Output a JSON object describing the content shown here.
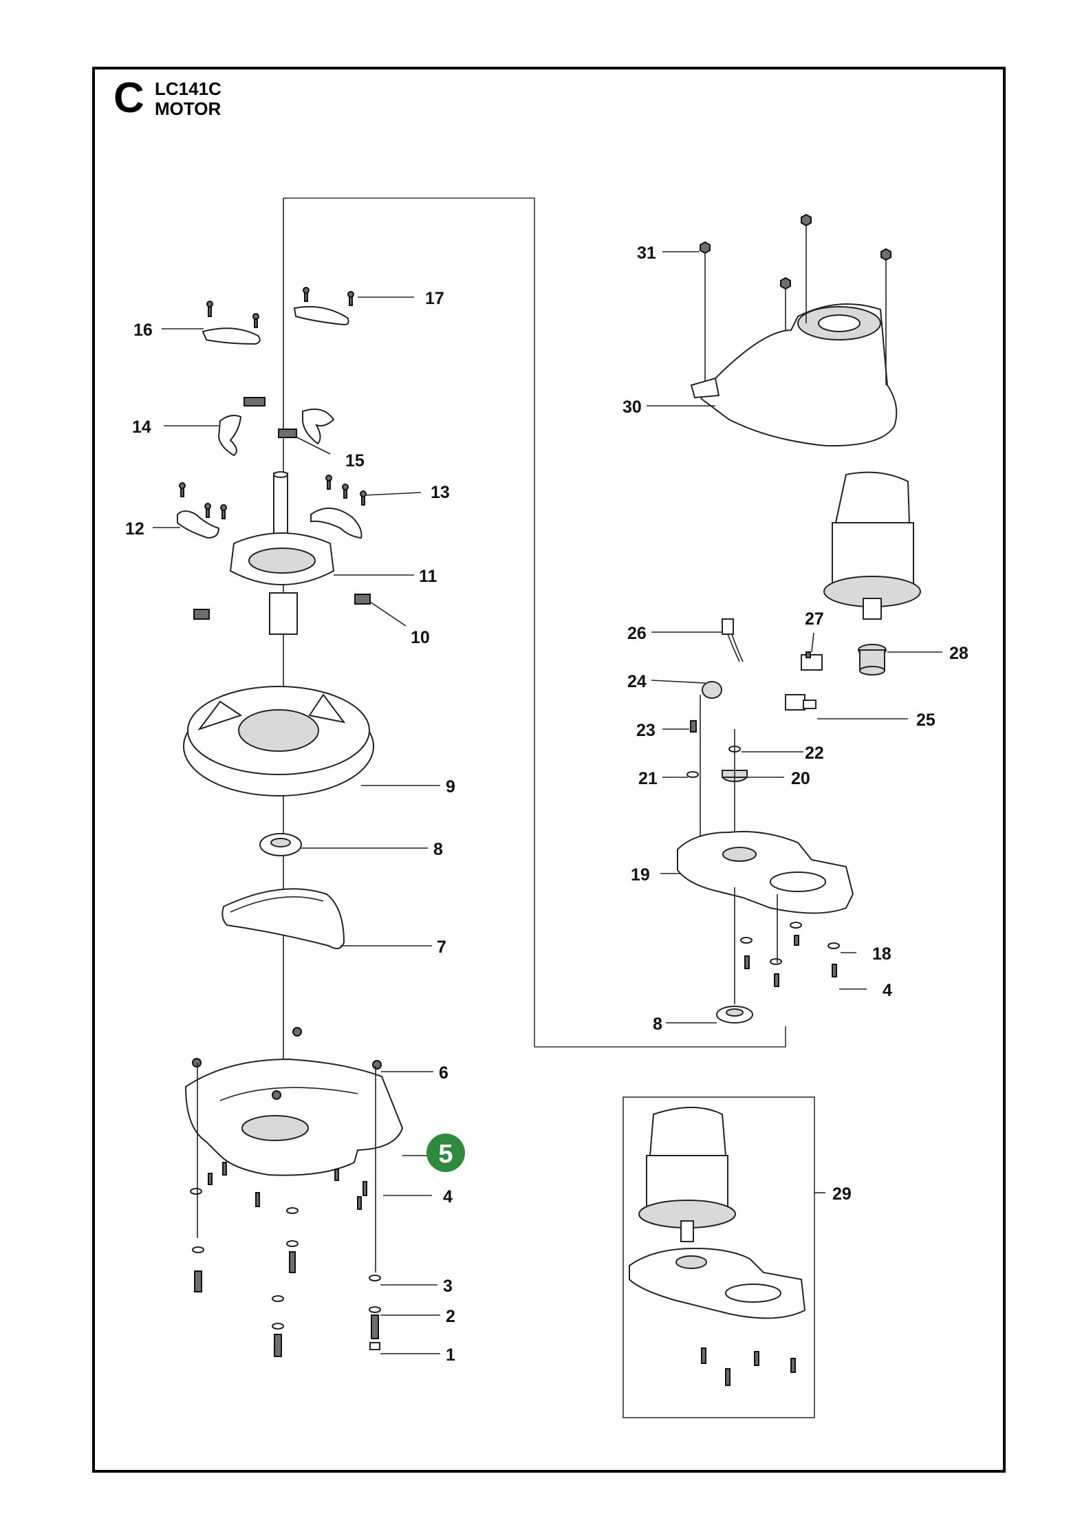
{
  "header": {
    "section_letter": "C",
    "model": "LC141C",
    "assembly": "MOTOR"
  },
  "badge": {
    "label": "5",
    "color": "#2e8b3e"
  },
  "callouts": [
    {
      "id": "c1",
      "label": "1"
    },
    {
      "id": "c2",
      "label": "2"
    },
    {
      "id": "c3",
      "label": "3"
    },
    {
      "id": "c4a",
      "label": "4"
    },
    {
      "id": "c4b",
      "label": "4"
    },
    {
      "id": "c6",
      "label": "6"
    },
    {
      "id": "c7",
      "label": "7"
    },
    {
      "id": "c8a",
      "label": "8"
    },
    {
      "id": "c8b",
      "label": "8"
    },
    {
      "id": "c9",
      "label": "9"
    },
    {
      "id": "c10",
      "label": "10"
    },
    {
      "id": "c11",
      "label": "11"
    },
    {
      "id": "c12",
      "label": "12"
    },
    {
      "id": "c13",
      "label": "13"
    },
    {
      "id": "c14",
      "label": "14"
    },
    {
      "id": "c15",
      "label": "15"
    },
    {
      "id": "c16",
      "label": "16"
    },
    {
      "id": "c17",
      "label": "17"
    },
    {
      "id": "c18",
      "label": "18"
    },
    {
      "id": "c19",
      "label": "19"
    },
    {
      "id": "c20",
      "label": "20"
    },
    {
      "id": "c21",
      "label": "21"
    },
    {
      "id": "c22",
      "label": "22"
    },
    {
      "id": "c23",
      "label": "23"
    },
    {
      "id": "c24",
      "label": "24"
    },
    {
      "id": "c25",
      "label": "25"
    },
    {
      "id": "c26",
      "label": "26"
    },
    {
      "id": "c27",
      "label": "27"
    },
    {
      "id": "c28",
      "label": "28"
    },
    {
      "id": "c29",
      "label": "29"
    },
    {
      "id": "c30",
      "label": "30"
    },
    {
      "id": "c31",
      "label": "31"
    }
  ]
}
